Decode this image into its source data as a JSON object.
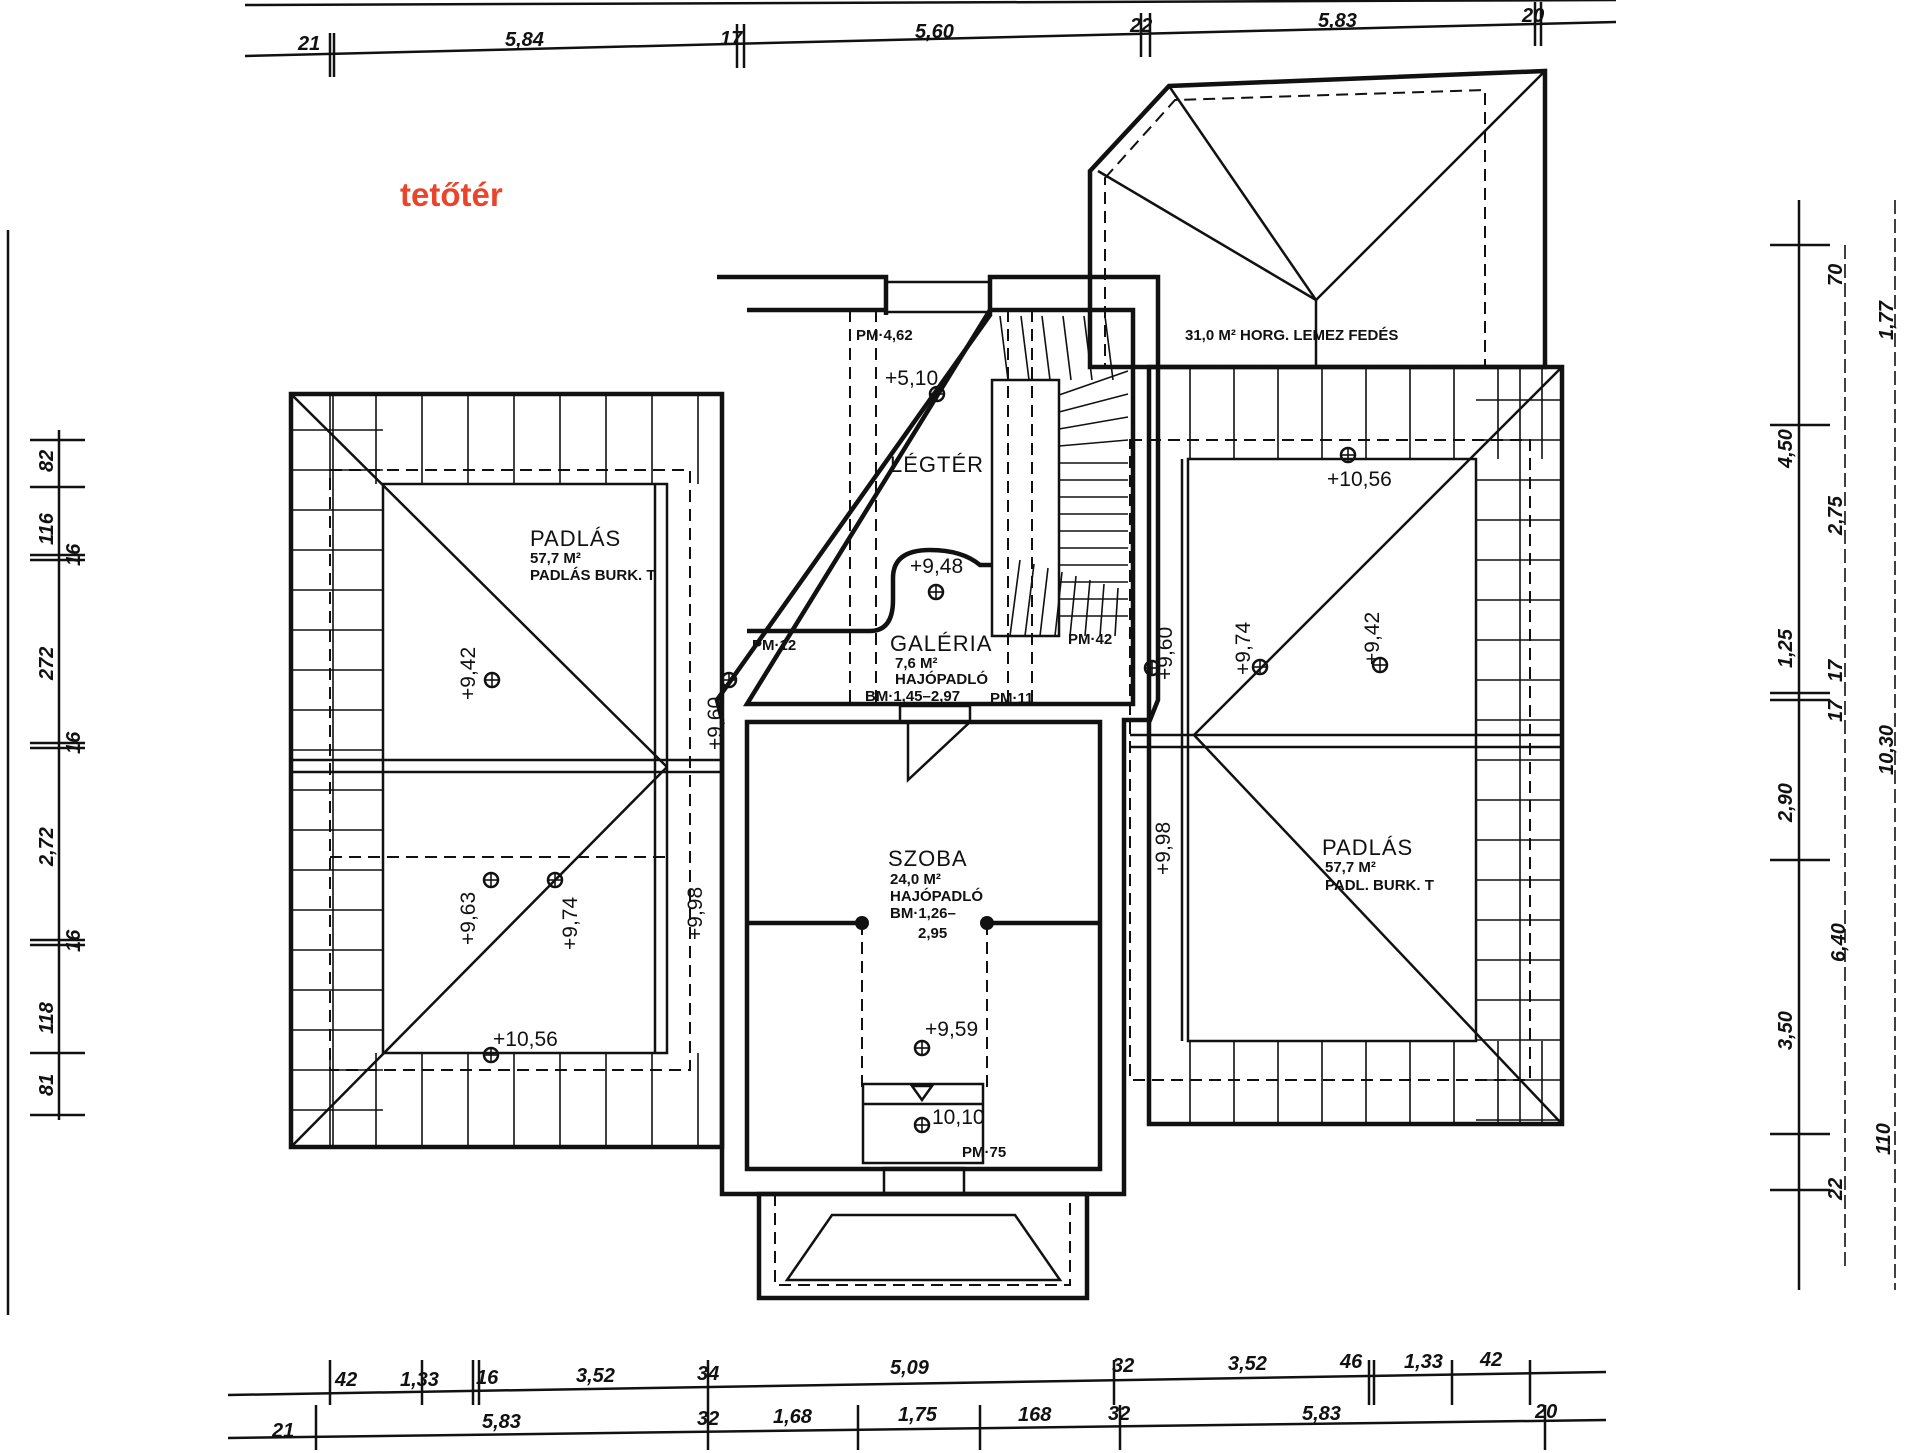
{
  "title": "tetőtér",
  "title_color": "#e8452c",
  "rooms": {
    "legter": {
      "name": "LÉGTÉR",
      "level": "+5,10",
      "pm": "PM·4,62"
    },
    "galeria": {
      "name": "GALÉRIA",
      "area": "7,6 M²",
      "floor": "HAJÓPADLÓ",
      "bm": "BM·1,45–2,97",
      "pm": "PM·11",
      "level": "+9,48",
      "pm_left": "PM·12",
      "pm_right": "PM·42"
    },
    "szoba": {
      "name": "SZOBA",
      "area": "24,0 M²",
      "floor": "HAJÓPADLÓ",
      "bm": "BM·1,26–",
      "bm2": "2,95",
      "level": "+9,59",
      "level2": "10,10",
      "pm": "PM·75"
    },
    "padlas_left": {
      "name": "PADLÁS",
      "area": "57,7 M²",
      "floor": "PADLÁS BURK. T"
    },
    "padlas_right": {
      "name": "PADLÁS",
      "area": "57,7 M²",
      "floor": "PADL. BURK. T"
    },
    "roof_note": "31,0 M²  HORG. LEMEZ FEDÉS"
  },
  "levels": {
    "left_942": "+9,42",
    "left_963": "+9,63",
    "left_974": "+9,74",
    "left_998": "+9,98",
    "left_960": "+9,60",
    "left_1056": "+10,56",
    "right_1056": "+10,56",
    "right_974": "+9,74",
    "right_942": "+9,42",
    "right_960": "+9,60",
    "right_998": "+9,98"
  },
  "dims": {
    "top": [
      "21",
      "5,84",
      "17",
      "5,60",
      "22",
      "5,83",
      "20"
    ],
    "bottom1": [
      "42",
      "1,33",
      "16",
      "3,52",
      "34",
      "5,09",
      "32",
      "3,52",
      "46",
      "1,33",
      "42"
    ],
    "bottom2": [
      "21",
      "5,83",
      "32",
      "1,68",
      "1,75",
      "168",
      "32",
      "5,83",
      "20"
    ],
    "left": [
      "82",
      "116",
      "16",
      "272",
      "16",
      "2,72",
      "16",
      "118",
      "81"
    ],
    "right1": [
      "4,50",
      "1,25",
      "2,90",
      "3,50",
      "22"
    ],
    "right2": [
      "70",
      "2,75",
      "17",
      "17",
      "6,40"
    ],
    "right3": [
      "1,77",
      "10,30",
      "110"
    ]
  }
}
